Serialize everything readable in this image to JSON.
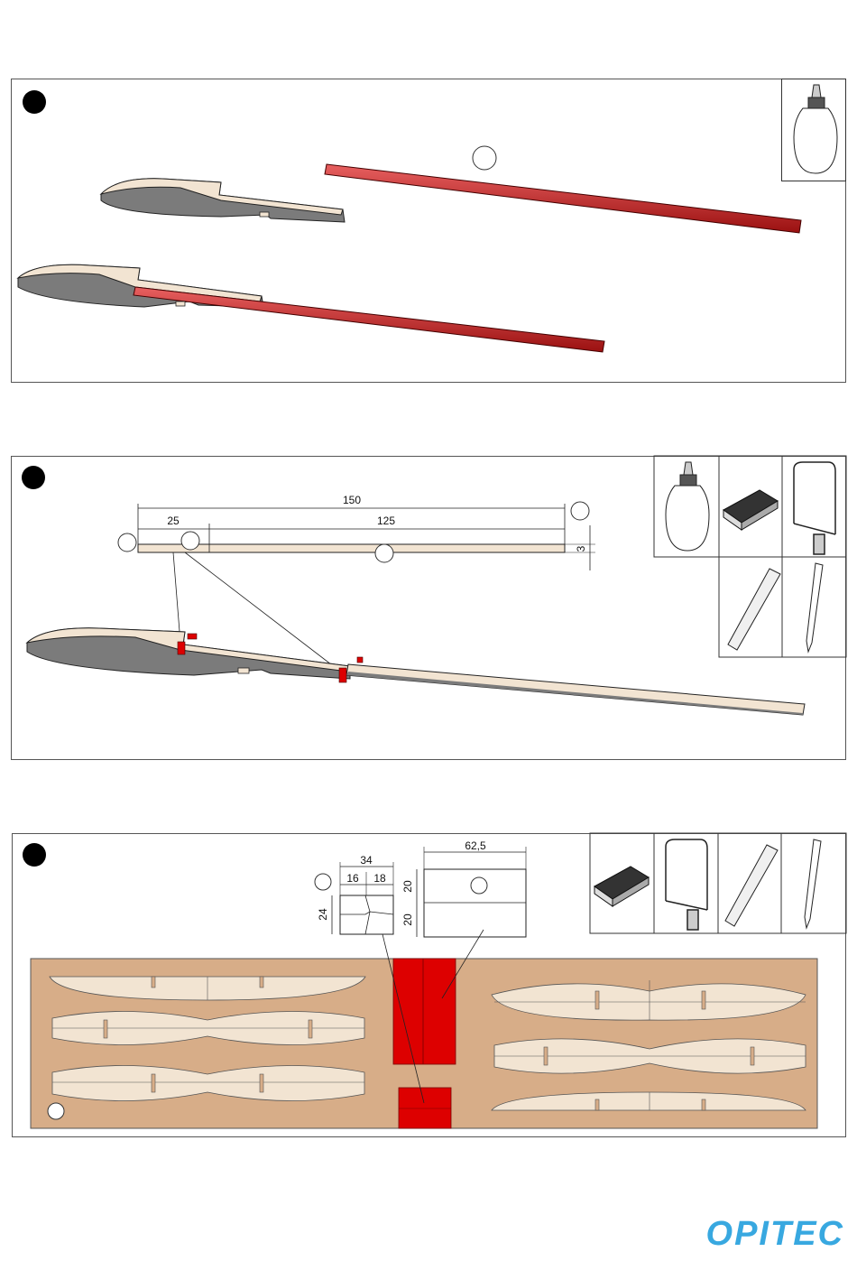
{
  "steps": [
    {
      "id": "step-1"
    },
    {
      "id": "step-2",
      "dimensions": {
        "total": "150",
        "left": "25",
        "right": "125",
        "thickness": "3"
      }
    },
    {
      "id": "step-3",
      "dimensions": {
        "part_a_width": "34",
        "part_a_left": "16",
        "part_a_right": "18",
        "part_a_height": "24",
        "part_b_width": "62,5",
        "part_b_top": "20",
        "part_b_bottom": "20"
      }
    }
  ],
  "tools": {
    "step1": [
      "glue-bottle-icon"
    ],
    "step2": [
      "glue-bottle-icon",
      "sanding-block-icon",
      "fret-saw-icon",
      "ruler-icon",
      "pencil-icon"
    ],
    "step3": [
      "sanding-block-icon",
      "fret-saw-icon",
      "ruler-icon",
      "pencil-icon"
    ]
  },
  "colors": {
    "wood": "#f2e4d2",
    "plate": "#d7ad88",
    "red_part": "#dd0000",
    "shadow": "#7b7b7b",
    "brand": "#38a8e0"
  },
  "brand": {
    "logo_text": "OPITEC"
  }
}
